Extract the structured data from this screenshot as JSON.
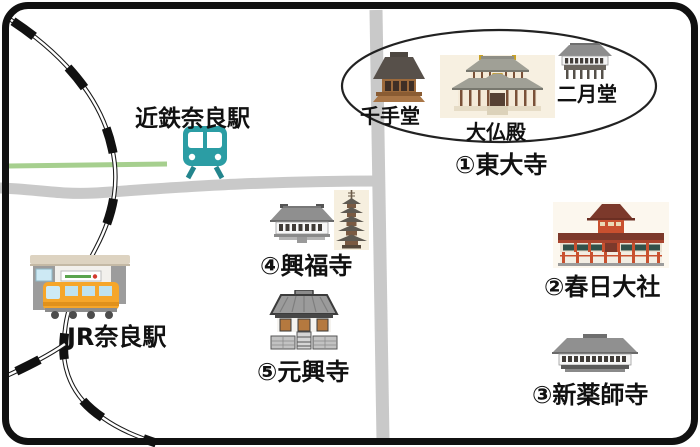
{
  "map_type": "illustrated-tourist-map",
  "stations": {
    "kintetsu": {
      "label": "近鉄奈良駅",
      "icon": "kintetsu-train-icon"
    },
    "jr": {
      "label": "JR奈良駅",
      "icon": "jr-station-icon"
    }
  },
  "todaiji": {
    "label": "①東大寺",
    "buildings": {
      "senjudo": "千手堂",
      "daibutsuden": "大仏殿",
      "nigatsudo": "二月堂"
    }
  },
  "temples": {
    "kofukuji": {
      "label": "④興福寺"
    },
    "gangoji": {
      "label": "⑤元興寺"
    },
    "kasuga_taisha": {
      "label": "②春日大社"
    },
    "shin_yakushiji": {
      "label": "③新薬師寺"
    }
  },
  "icons": {
    "kintetsu-train-icon": "teal front-view train",
    "jr-station-icon": "station building with orange train",
    "senjudo-temple-icon": "brown temple hall",
    "daibutsuden-temple-icon": "great buddha hall",
    "nigatsudo-temple-icon": "gray hall on stilts",
    "kofukuji-hall-icon": "gray temple hall",
    "five-story-pagoda-icon": "five story pagoda",
    "gangoji-gate-icon": "temple gate with stone steps",
    "kasuga-shrine-icon": "vermilion shrine",
    "shinyakushiji-temple-icon": "gray temple hall"
  },
  "colors": {
    "road": "#c9c9c9",
    "green_rail_line": "#a6cf8e",
    "jr_railway": "#111111",
    "border": "#111111",
    "kintetsu_teal": "#2b9da4",
    "jr_train_orange": "#f6a62a",
    "kasuga_vermilion": "#c8502f",
    "icon_background_cream": "#f7f0e1"
  }
}
